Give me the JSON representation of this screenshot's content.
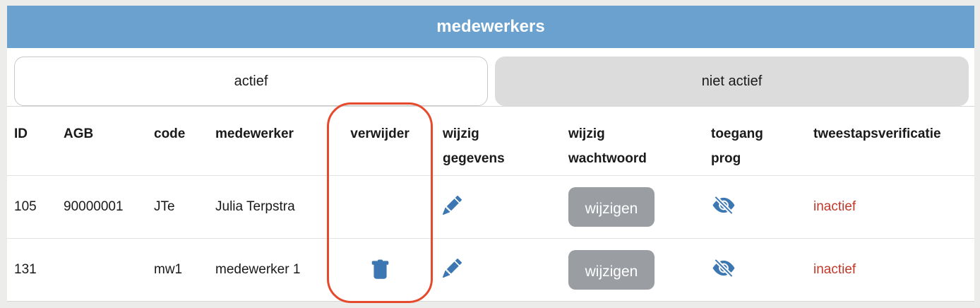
{
  "page": {
    "title": "medewerkers"
  },
  "tabs": {
    "actief": {
      "label": "actief",
      "selected": true
    },
    "niet_actief": {
      "label": "niet actief",
      "selected": false
    }
  },
  "table": {
    "columns": [
      {
        "key": "id",
        "line1": "ID",
        "line2": ""
      },
      {
        "key": "agb",
        "line1": "AGB",
        "line2": ""
      },
      {
        "key": "code",
        "line1": "code",
        "line2": ""
      },
      {
        "key": "medewerker",
        "line1": "medewerker",
        "line2": ""
      },
      {
        "key": "verwijder",
        "line1": "verwijder",
        "line2": ""
      },
      {
        "key": "wijzig_gegevens",
        "line1": "wijzig",
        "line2": "gegevens"
      },
      {
        "key": "wijzig_wachtwoord",
        "line1": "wijzig",
        "line2": "wachtwoord"
      },
      {
        "key": "toegang_prog",
        "line1": "toegang",
        "line2": "prog"
      },
      {
        "key": "tweestapsverificatie",
        "line1": "tweestapsverificatie",
        "line2": ""
      }
    ],
    "rows": [
      {
        "id": "105",
        "agb": "90000001",
        "code": "JTe",
        "medewerker": "Julia Terpstra",
        "show_delete": false,
        "password_button_label": "wijzigen",
        "tweestapsverificatie": "inactief"
      },
      {
        "id": "131",
        "agb": "",
        "code": "mw1",
        "medewerker": "medewerker 1",
        "show_delete": true,
        "password_button_label": "wijzigen",
        "tweestapsverificatie": "inactief"
      }
    ]
  },
  "annotation": {
    "shape": "rounded-rectangle-outline",
    "highlights": "verwijder column",
    "color": "#e64a2c"
  },
  "colors": {
    "titlebar_bg": "#6ba1ce",
    "tab_inactive_bg": "#dcdcdc",
    "icon_blue": "#3c77b2",
    "button_gray": "#9a9ea3",
    "status_red": "#c0392b"
  }
}
